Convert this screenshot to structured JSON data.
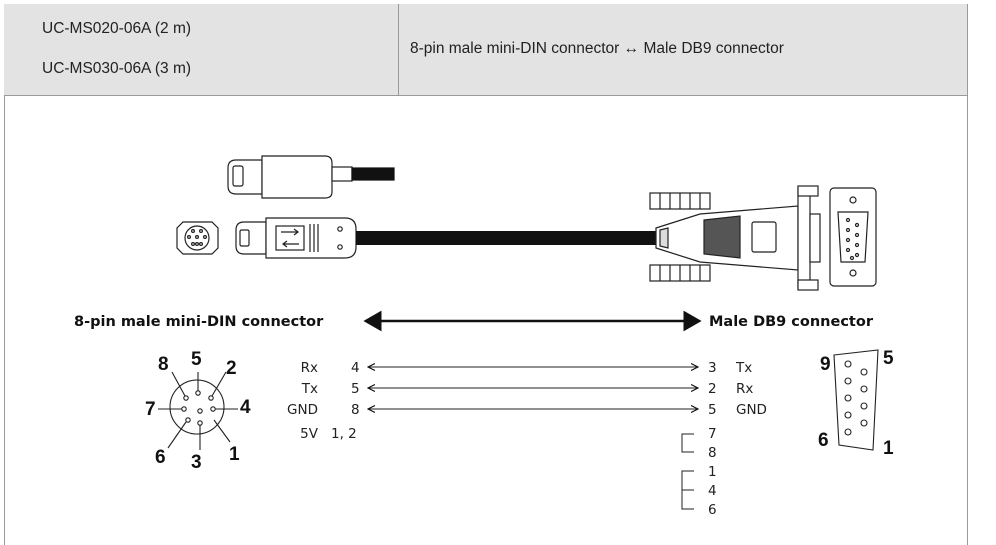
{
  "header": {
    "models": [
      "UC-MS020-06A (2 m)",
      "UC-MS030-06A (3 m)"
    ],
    "description": "8-pin male mini-DIN connector ↔ Male DB9 connector"
  },
  "diagram": {
    "left_connector_label": "8-pin male mini-DIN connector",
    "right_connector_label": "Male DB9 connector",
    "mini_din_pin_numbers": [
      "8",
      "5",
      "2",
      "7",
      "4",
      "6",
      "3",
      "1"
    ],
    "db9_corner_numbers": [
      "9",
      "5",
      "6",
      "1"
    ],
    "wiring": [
      {
        "left_signal": "Rx",
        "left_pin": "4",
        "right_pin": "3",
        "right_signal": "Tx"
      },
      {
        "left_signal": "Tx",
        "left_pin": "5",
        "right_pin": "2",
        "right_signal": "Rx"
      },
      {
        "left_signal": "GND",
        "left_pin": "8",
        "right_pin": "5",
        "right_signal": "GND"
      },
      {
        "left_signal": "5V",
        "left_pin": "1, 2"
      }
    ],
    "jumper_group_1": [
      "7",
      "8"
    ],
    "jumper_group_2": [
      "1",
      "4",
      "6"
    ]
  }
}
